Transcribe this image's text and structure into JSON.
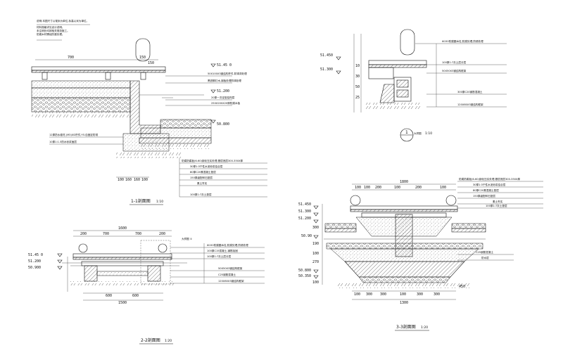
{
  "views": {
    "v11": {
      "title": "1-1剖面图",
      "scale": "1:10",
      "dims_top": [
        "700",
        "150",
        "150"
      ],
      "dims_bottom": [
        "100",
        "160",
        "160",
        "100"
      ],
      "levels": [
        "51.45 0",
        "51.200",
        "50.800"
      ],
      "notes": [
        "50X100X3钢结构杆件,防锈漆处理",
        "黑铁脚钉木,钢板处理防锈处理",
        "20厚一次定型结构层",
        "250X200X20厚防腐木板",
        "12厚防水卷材,(M3)XD杆件,YS:自固定防锈",
        "10厚1:1.5防水砂浆面层",
        "防腐防腐板(6-60)钢化压实处理,基层底层300-350X厚",
        "30厚1:3干性水泥砂浆结合层",
        "80厚C20素混凝土垫层",
        "150厚级配碎石垫层",
        "素土夯实",
        "100厚1:7灰土垫层"
      ]
    },
    "v22": {
      "title": "2-2剖面图",
      "scale": "1:20",
      "dims_top_total": "1600",
      "dims_top": [
        "200",
        "700",
        "700",
        "200"
      ],
      "dims_bottom": [
        "600",
        "600"
      ],
      "dims_bottom_total": "1500",
      "levels": [
        "51.45 0",
        "51.200",
        "50.900"
      ],
      "detail_ref": "大样图 ①",
      "notes": [
        "Φ150防腐圆木柱,防腐处理,防锈处理",
        "100厚C15混凝土,钢筋加固",
        "100厚1:7灰土层分层",
        "50X50X3钢结构框架",
        "C25钢筋混凝土",
        "120X80X3钢结构框架"
      ]
    },
    "v1": {
      "title": "大样图",
      "scale": "1:10",
      "num": "1",
      "levels": [
        "51.450",
        "51.300"
      ],
      "dims": [
        "10",
        "30",
        "50",
        "25"
      ],
      "notes": [
        "Φ150防腐圆木柱,防腐处理,防锈处理",
        "100厚1:7灰土层分层",
        "50X50X3钢结构框架",
        "300厚C20钢筋混凝土",
        "120X80X3钢结构框架"
      ]
    },
    "v33": {
      "title": "3-3剖面图",
      "scale": "1:20",
      "dims_top_total": "1800",
      "dims_top": [
        "100",
        "100",
        "200",
        "100",
        "200",
        "100"
      ],
      "dims_bottom": [
        "100",
        "300",
        "300",
        "100",
        "300",
        "300"
      ],
      "dims_bottom_total": "1300",
      "right_dim": "450",
      "levels": [
        "51.450",
        "51.300",
        "51.200",
        "50.90",
        "50.800",
        "50.350"
      ],
      "vert_dims": [
        "300",
        "190",
        "100",
        "270",
        "100"
      ],
      "notes": [
        "防腐防腐板(6-60)钢化压实处理,基层底层300-350X厚",
        "30厚1:3干性水泥砂浆结合层",
        "80厚C20素混凝土垫层",
        "150厚级配碎石垫层",
        "素土夯实",
        "C25钢筋混凝土",
        "防水层",
        "100厚1:7灰土垫层"
      ]
    }
  },
  "general_notes": [
    "说明:本图尺寸以毫米为单位,标高以米为单位。",
    "材料规格详见设计说明。",
    "未注明处均按相关规范施工。",
    "防腐木材需经防腐处理。"
  ],
  "colors": {
    "line": "#111111",
    "background": "#ffffff"
  }
}
